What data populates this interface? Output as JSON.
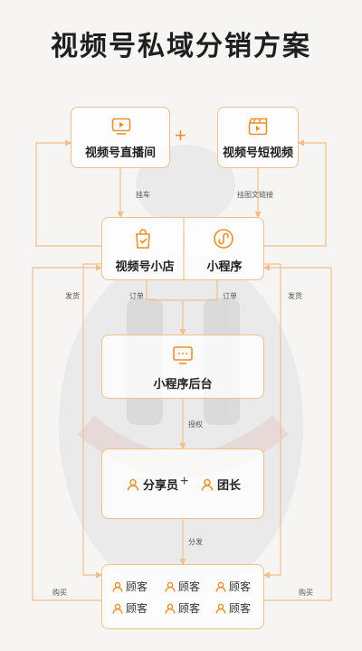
{
  "title": "视频号私域分销方案",
  "colors": {
    "accent": "#e8902c",
    "line": "#f0c08c",
    "text": "#222222"
  },
  "nodes": {
    "live": {
      "label": "视频号直播间",
      "icon": "play-screen-icon"
    },
    "short_video": {
      "label": "视频号短视频",
      "icon": "clapperboard-icon"
    },
    "shop": {
      "label": "视频号小店",
      "icon": "shopping-bag-icon"
    },
    "mini_program": {
      "label": "小程序",
      "icon": "mini-program-icon"
    },
    "backend": {
      "label": "小程序后台",
      "icon": "monitor-icon"
    },
    "sharer": {
      "label": "分享员",
      "icon": "person-icon"
    },
    "leader": {
      "label": "团长",
      "icon": "person-icon"
    },
    "plus_sign": "+"
  },
  "customers": [
    "顾客",
    "顾客",
    "顾客",
    "顾客",
    "顾客",
    "顾客"
  ],
  "edges": {
    "hang_cart": "挂车",
    "link": "挂图文链接",
    "ship_left": "发货",
    "ship_right": "发货",
    "order_left": "订单",
    "order_right": "订单",
    "authorize": "授权",
    "distribute": "分发",
    "buy_left": "购买",
    "buy_right": "购买"
  }
}
